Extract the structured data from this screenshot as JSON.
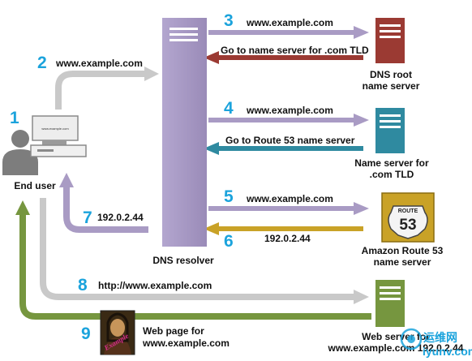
{
  "colors": {
    "resolver": "#a99bc4",
    "root": "#9b3a33",
    "tld": "#2f8aa0",
    "route53": "#c9a227",
    "web": "#76963f",
    "gray": "#c9c9c9",
    "step_number": "#1ba3dc"
  },
  "nodes": {
    "end_user": {
      "label": "End user",
      "screen_text": "www.example.com"
    },
    "resolver": {
      "label": "DNS resolver"
    },
    "root": {
      "label_line1": "DNS root",
      "label_line2": "name server"
    },
    "tld": {
      "label_line1": "Name server for",
      "label_line2": ".com TLD"
    },
    "route53": {
      "label_line1": "Amazon Route 53",
      "label_line2": "name server",
      "badge_top": "ROUTE",
      "badge_num": "53"
    },
    "web": {
      "label_line1": "Web server for",
      "label_line2": "www.example.com 192.0.2.44"
    }
  },
  "steps": [
    {
      "num": "1"
    },
    {
      "num": "2",
      "text": "www.example.com"
    },
    {
      "num": "3",
      "text": "www.example.com"
    },
    {
      "text": "Go to name server for .com TLD"
    },
    {
      "num": "4",
      "text": "www.example.com"
    },
    {
      "text": "Go to Route 53 name server"
    },
    {
      "num": "5",
      "text": "www.example.com"
    },
    {
      "num": "6",
      "text": "192.0.2.44"
    },
    {
      "num": "7",
      "text": "192.0.2.44"
    },
    {
      "num": "8",
      "text": "http://www.example.com"
    },
    {
      "num": "9",
      "text_line1": "Web page for",
      "text_line2": "www.example.com"
    }
  ],
  "webpage_thumbnail": {
    "caption": "Example"
  },
  "watermark": {
    "line1": "运维网",
    "line2": "iyunv.com"
  }
}
